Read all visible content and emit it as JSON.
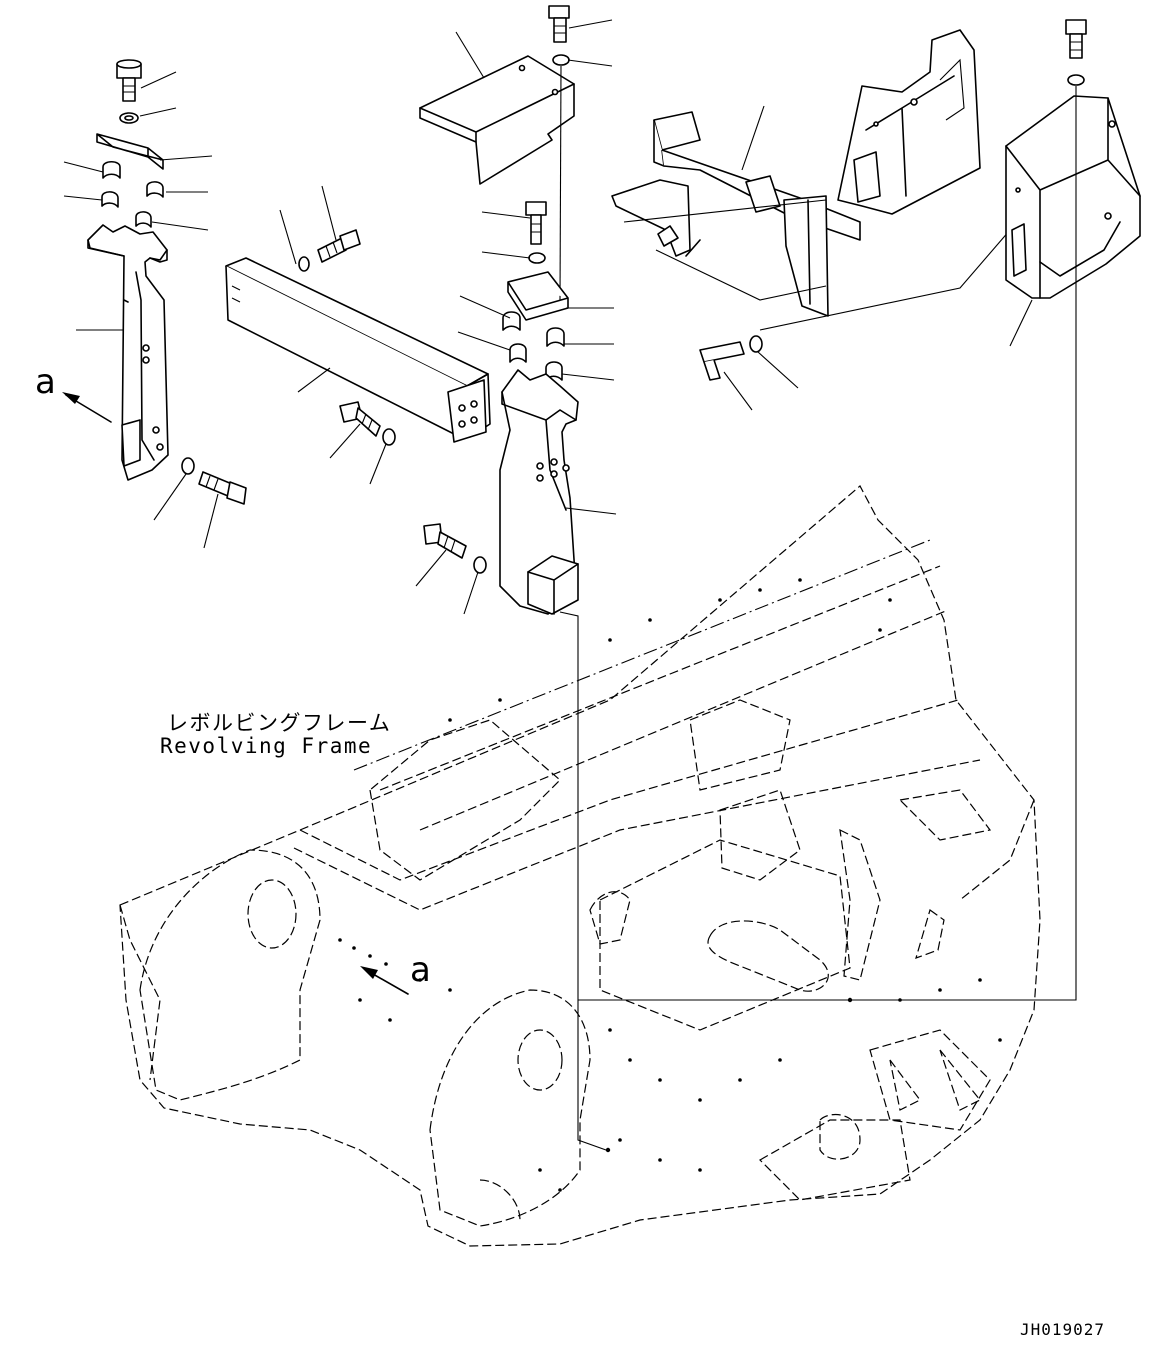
{
  "labels": {
    "frame_jp": "レボルビングフレーム",
    "frame_en": "Revolving Frame",
    "view_a_top": "a",
    "view_a_frame": "a",
    "drawing_id": "JH019027"
  }
}
